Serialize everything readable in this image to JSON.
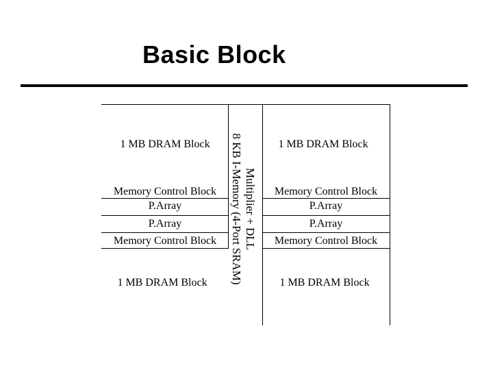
{
  "slide": {
    "title": "Basic Block"
  },
  "diagram": {
    "left": {
      "dram_top": "1 MB DRAM Block",
      "mcb_top": "Memory Control Block",
      "parray_top": "P.Array",
      "parray_bottom": "P.Array",
      "mcb_bottom": "Memory Control Block",
      "dram_bottom": "1 MB DRAM Block"
    },
    "right": {
      "dram_top": "1 MB DRAM Block",
      "mcb_top": "Memory Control Block",
      "parray_top": "P.Array",
      "parray_bottom": "P.Array",
      "mcb_bottom": "Memory Control Block",
      "dram_bottom": "1 MB DRAM Block"
    },
    "center": {
      "line1": "Multiplier + DLL",
      "line2": "8 KB I-Memory (4-Port SRAM)"
    }
  }
}
